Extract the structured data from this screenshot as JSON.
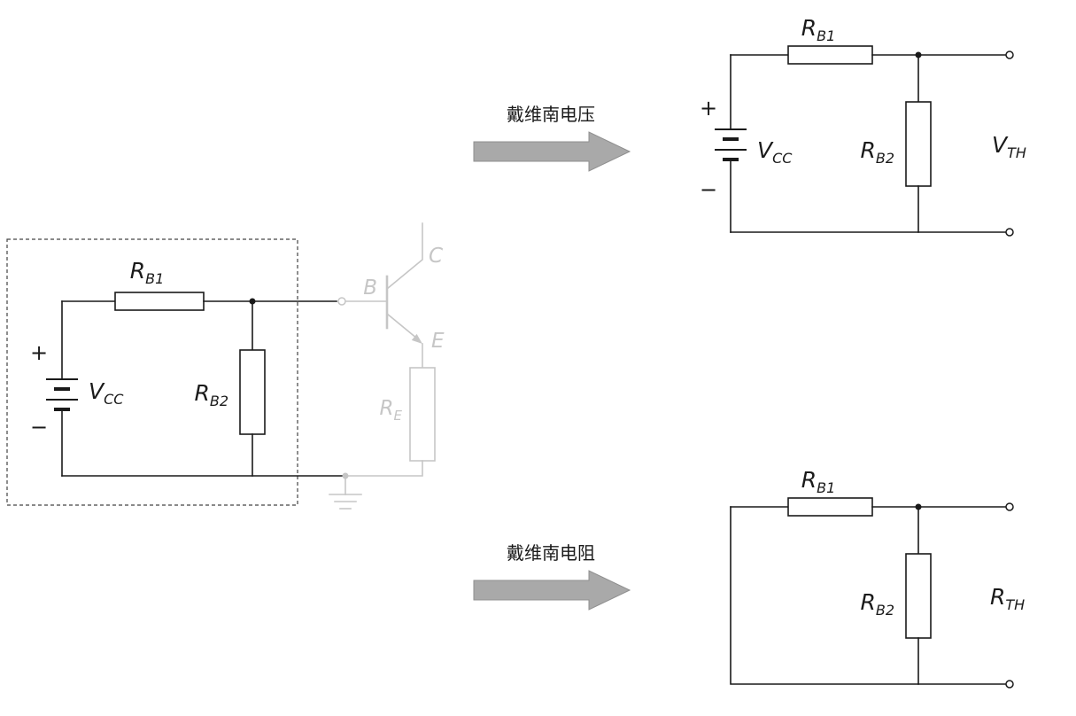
{
  "colors": {
    "line": "#1a1a1a",
    "faded": "#c6c6c6",
    "arrow_fill": "#a9a9a9",
    "background": "#ffffff"
  },
  "transform_arrows": {
    "thevenin_voltage": "戴维南电压",
    "thevenin_resistance": "戴维南电阻"
  },
  "source_circuit": {
    "v_cc": {
      "main": "V",
      "sub": "CC"
    },
    "r_b1": {
      "main": "R",
      "sub": "B1"
    },
    "r_b2": {
      "main": "R",
      "sub": "B2"
    },
    "plus": "+",
    "minus": "−",
    "transistor": {
      "base": "B",
      "collector": "C",
      "emitter": "E",
      "r_e": {
        "main": "R",
        "sub": "E"
      }
    }
  },
  "thevenin_voltage_circuit": {
    "v_cc": {
      "main": "V",
      "sub": "CC"
    },
    "r_b1": {
      "main": "R",
      "sub": "B1"
    },
    "r_b2": {
      "main": "R",
      "sub": "B2"
    },
    "v_th": {
      "main": "V",
      "sub": "TH"
    },
    "plus": "+",
    "minus": "−"
  },
  "thevenin_resistance_circuit": {
    "r_b1": {
      "main": "R",
      "sub": "B1"
    },
    "r_b2": {
      "main": "R",
      "sub": "B2"
    },
    "r_th": {
      "main": "R",
      "sub": "TH"
    }
  }
}
